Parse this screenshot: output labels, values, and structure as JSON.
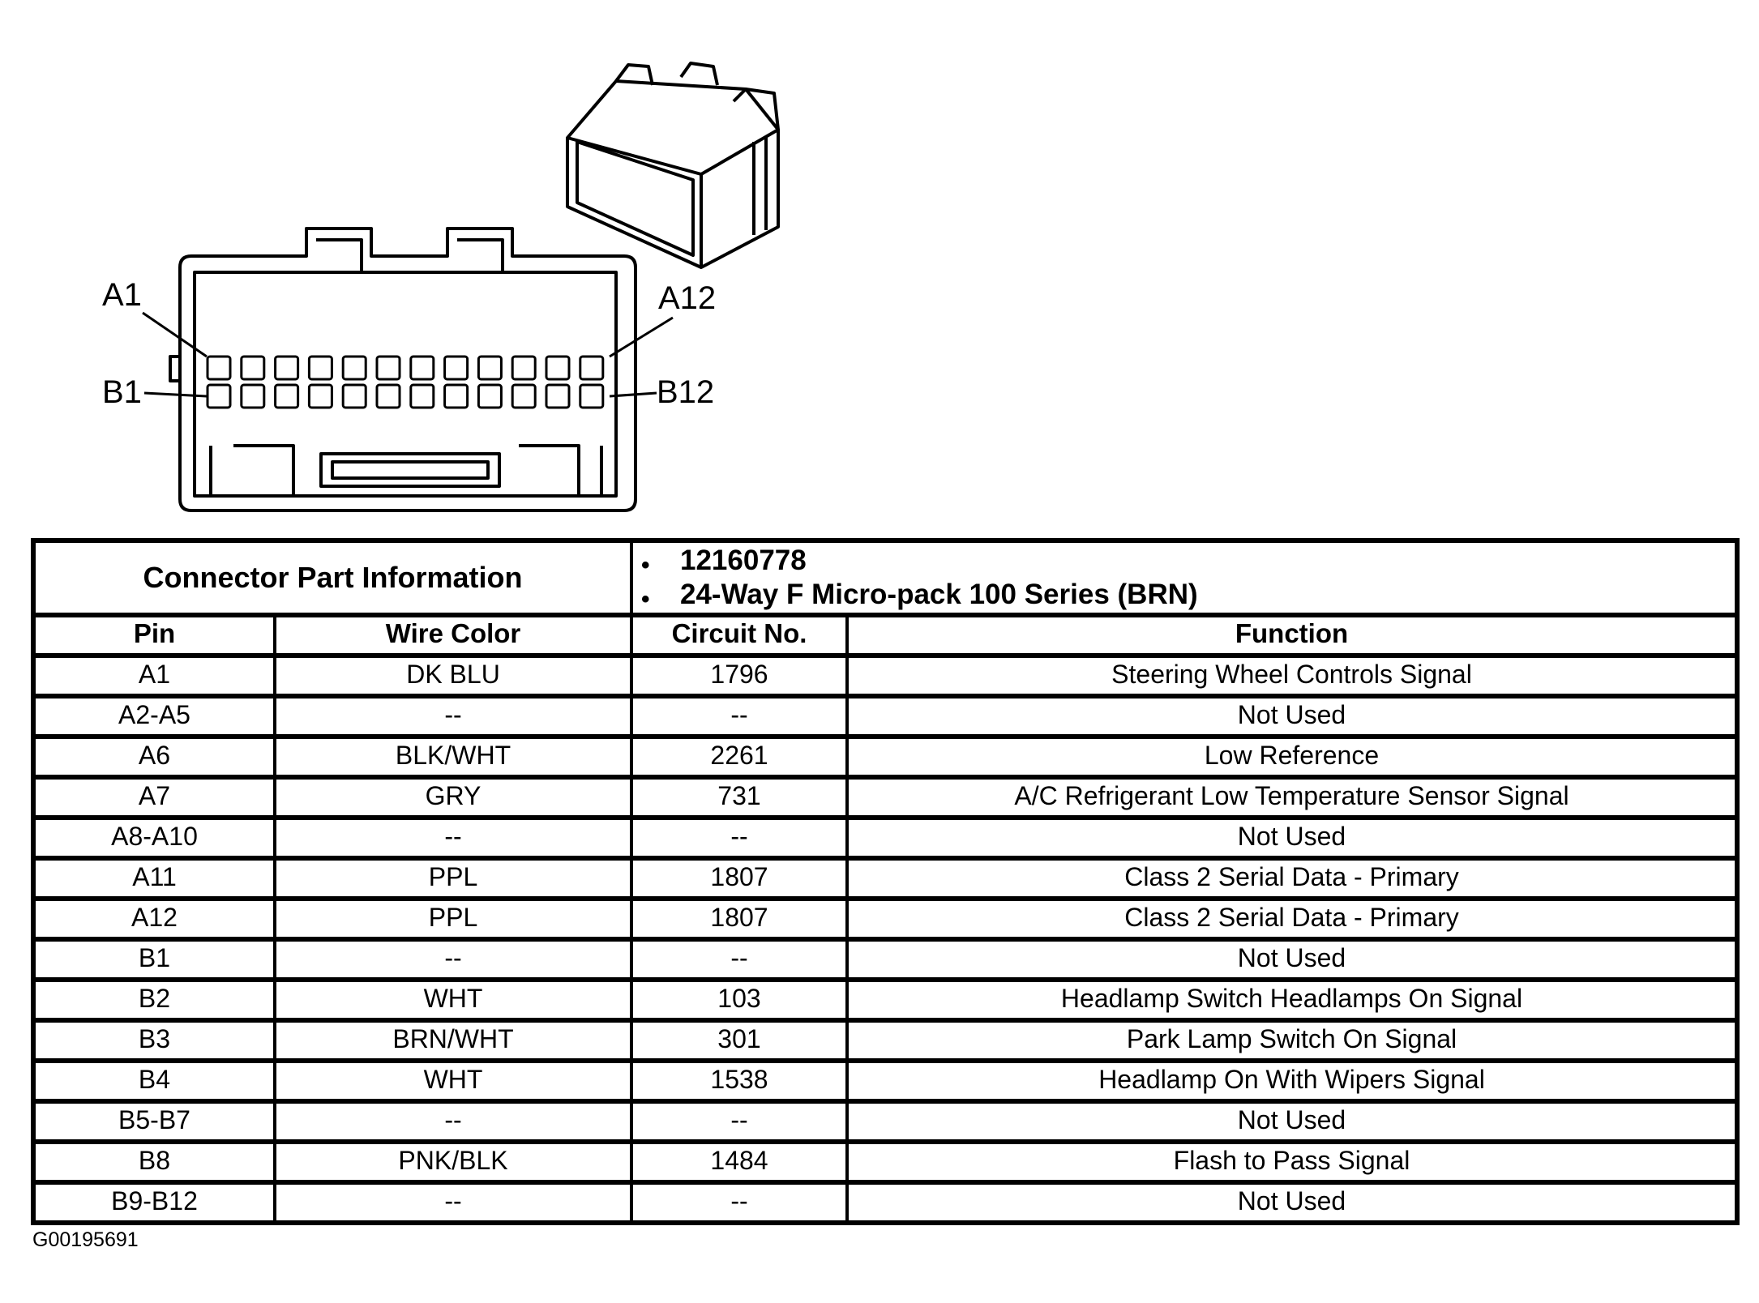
{
  "diagram": {
    "labels": {
      "a1": "A1",
      "a12": "A12",
      "b1": "B1",
      "b12": "B12"
    }
  },
  "table": {
    "header": {
      "title": "Connector Part Information",
      "info": [
        "12160778",
        "24-Way F Micro-pack 100 Series (BRN)"
      ]
    },
    "columns": [
      "Pin",
      "Wire Color",
      "Circuit No.",
      "Function"
    ],
    "rows": [
      [
        "A1",
        "DK BLU",
        "1796",
        "Steering Wheel Controls Signal"
      ],
      [
        "A2-A5",
        "--",
        "--",
        "Not Used"
      ],
      [
        "A6",
        "BLK/WHT",
        "2261",
        "Low Reference"
      ],
      [
        "A7",
        "GRY",
        "731",
        "A/C Refrigerant Low Temperature Sensor Signal"
      ],
      [
        "A8-A10",
        "--",
        "--",
        "Not Used"
      ],
      [
        "A11",
        "PPL",
        "1807",
        "Class 2 Serial Data - Primary"
      ],
      [
        "A12",
        "PPL",
        "1807",
        "Class 2 Serial Data - Primary"
      ],
      [
        "B1",
        "--",
        "--",
        "Not Used"
      ],
      [
        "B2",
        "WHT",
        "103",
        "Headlamp Switch Headlamps On Signal"
      ],
      [
        "B3",
        "BRN/WHT",
        "301",
        "Park Lamp Switch On Signal"
      ],
      [
        "B4",
        "WHT",
        "1538",
        "Headlamp On With Wipers Signal"
      ],
      [
        "B5-B7",
        "--",
        "--",
        "Not Used"
      ],
      [
        "B8",
        "PNK/BLK",
        "1484",
        "Flash to Pass Signal"
      ],
      [
        "B9-B12",
        "--",
        "--",
        "Not Used"
      ]
    ]
  },
  "figure_id": "G00195691"
}
